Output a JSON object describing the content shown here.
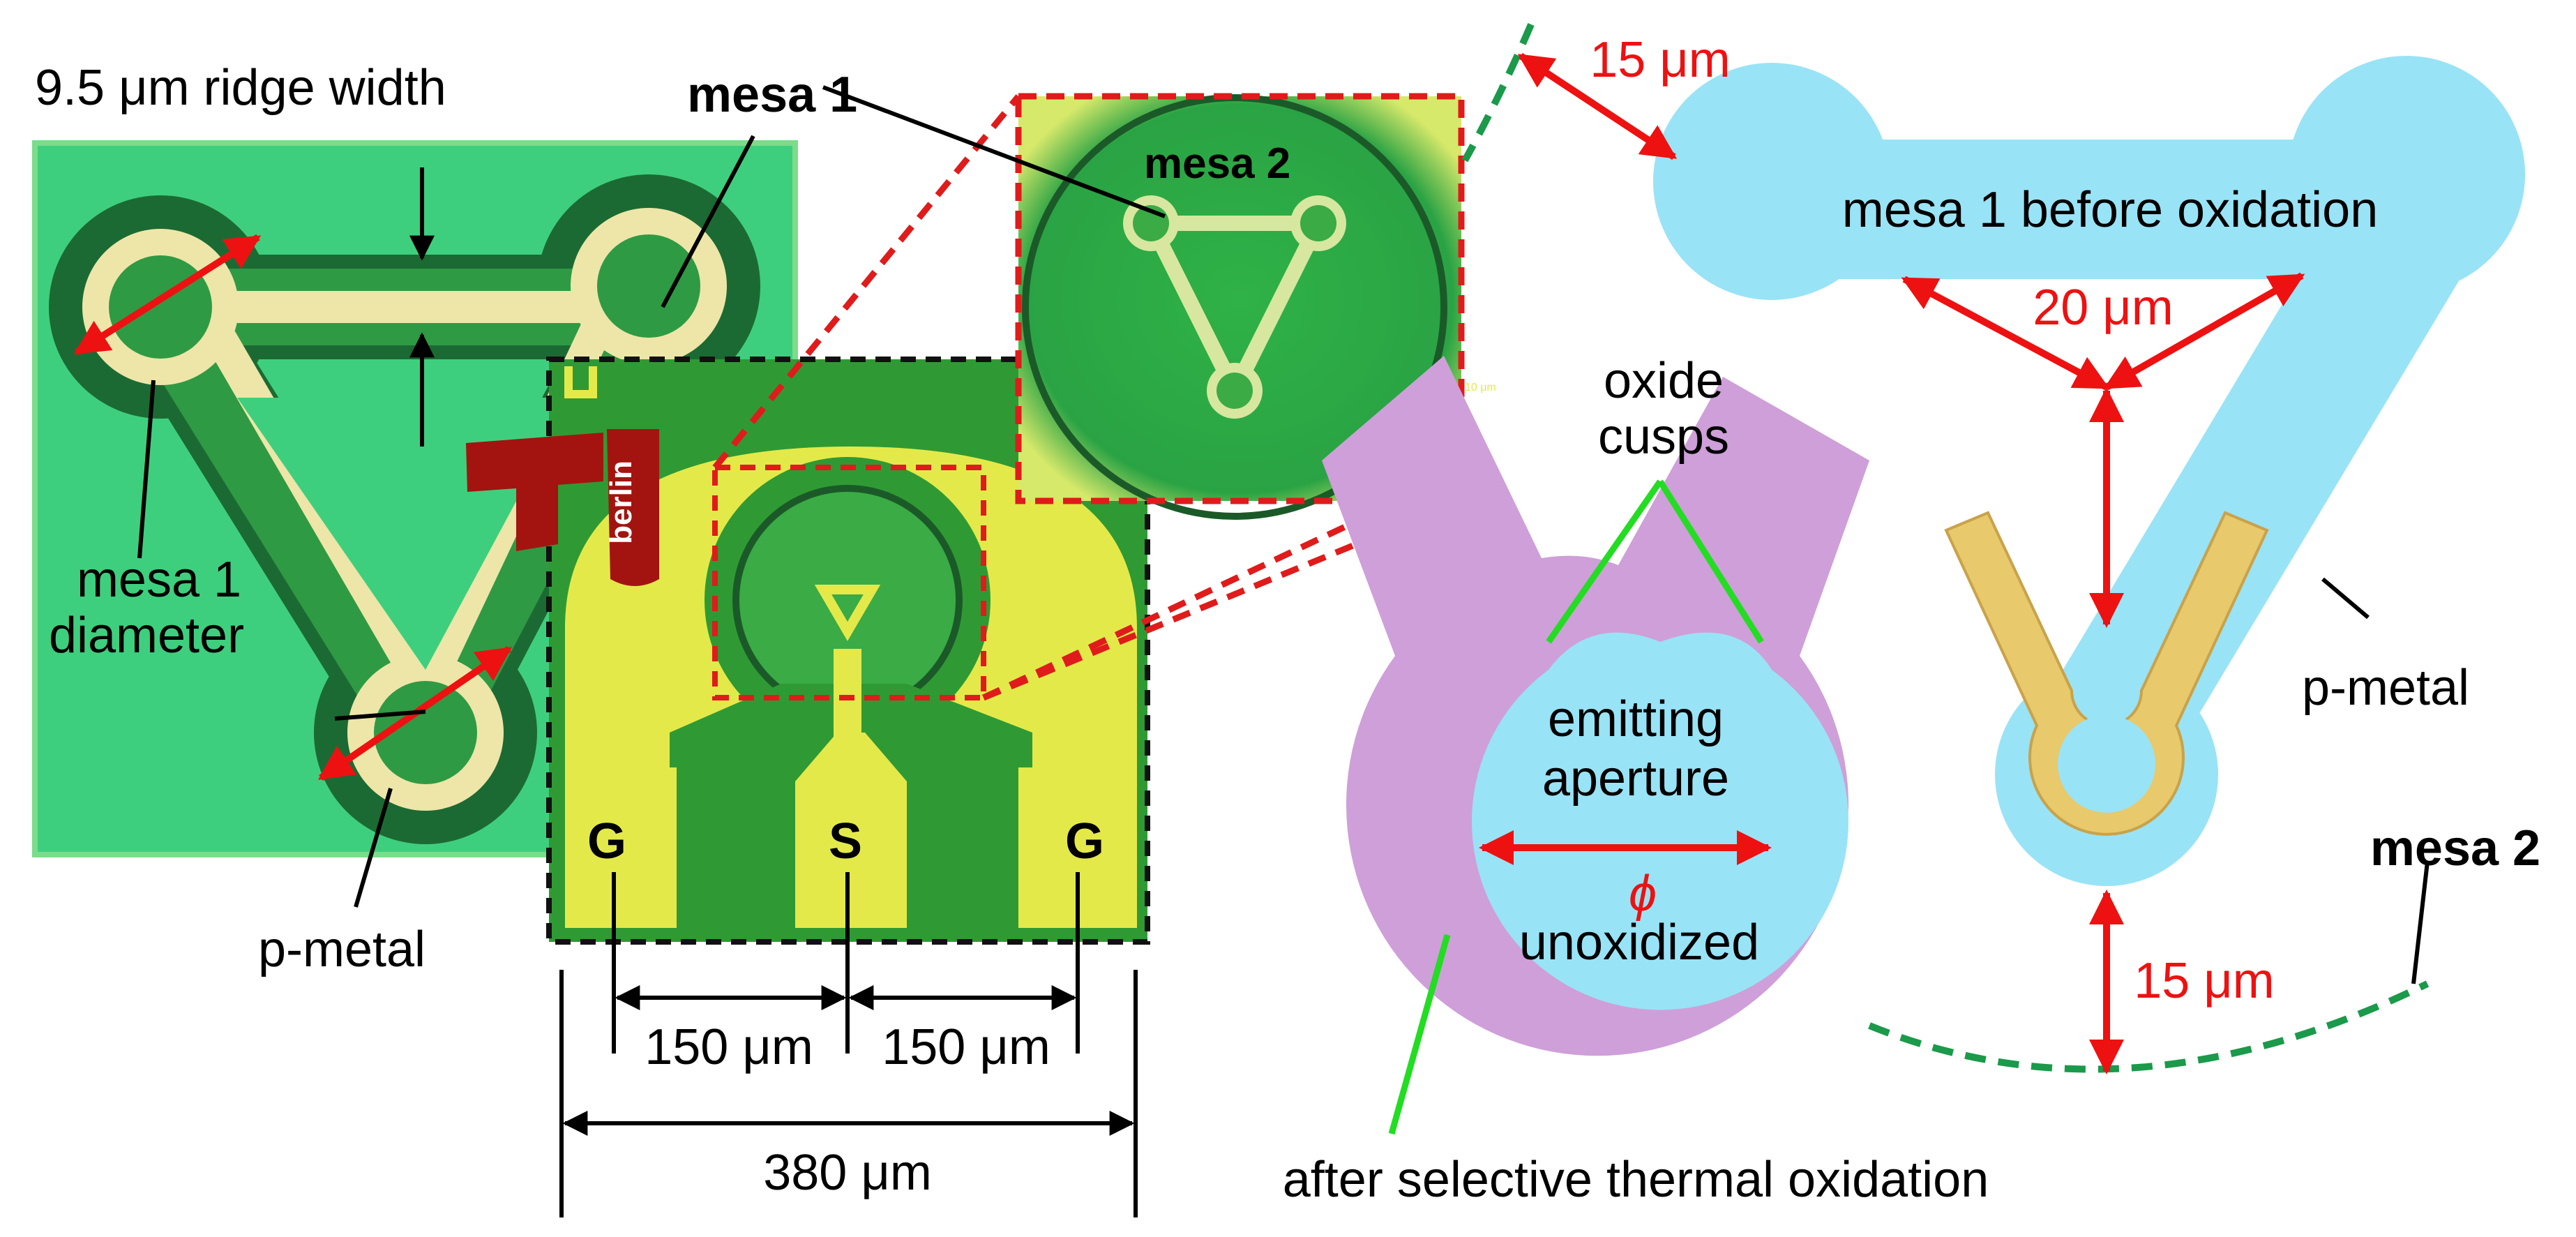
{
  "labels": {
    "ridge_width": "9.5 μm ridge width",
    "mesa1_top": "mesa 1",
    "mesa2_inset": "mesa 2",
    "mesa1_diameter_line1": "mesa 1",
    "mesa1_diameter_line2": "diameter",
    "p_metal_left": "p-metal",
    "logo_text": "berlin",
    "pad_g_left": "G",
    "pad_s": "S",
    "pad_g_right": "G",
    "dim_150_left": "150 μm",
    "dim_150_right": "150 μm",
    "dim_380": "380 μm",
    "scale_bar": "10 μm",
    "dim_15_top": "15 μm",
    "mesa1_before": "mesa 1 before oxidation",
    "dim_20": "20 μm",
    "oxide_cusps_line1": "oxide",
    "oxide_cusps_line2": "cusps",
    "emitting_line1": "emitting",
    "emitting_line2": "aperture",
    "phi": "ϕ",
    "unoxidized": "unoxidized",
    "p_metal_right": "p-metal",
    "mesa2_right": "mesa 2",
    "dim_15_bottom": "15 μm",
    "after_oxidation": "after selective thermal oxidation"
  },
  "colors": {
    "arrow_red": "#ee1111",
    "inset_frame_red": "#e01b1b",
    "chip_green": "#2f9a33",
    "pad_yellow": "#e4e94a",
    "background_green": "#3ecf7e",
    "mesa_light_blue": "#99e3f6",
    "oxide_purple": "#cf9fd9",
    "p_metal_gold": "#e8c96b",
    "cusp_line_green": "#22dd22",
    "dashed_mesa2_green": "#1a9a4a",
    "logo_red": "#a31410"
  }
}
